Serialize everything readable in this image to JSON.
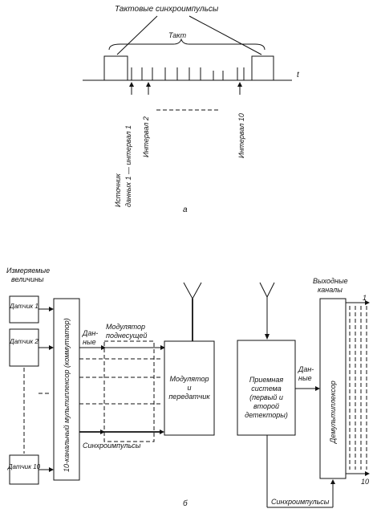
{
  "part_a": {
    "title": "Тактовые синхроимпульсы",
    "tact_label": "Такт",
    "time_axis_label": "t",
    "vertical_labels": {
      "source": "Источник",
      "data_interval_1": "данных 1 — интервал 1",
      "interval_2": "Интервал 2",
      "interval_10": "Интервал 10"
    },
    "caption": "а"
  },
  "part_b": {
    "measured_label": [
      "Измеряемые",
      "величины"
    ],
    "sensors": [
      "Датчик 1",
      "Датчик 2",
      "Датчик 10"
    ],
    "multiplexer_label": "10-канальный мультиплексор (коммутатор)",
    "data_label": [
      "Дан-",
      "ные"
    ],
    "modulator_subcarrier_label": [
      "Модулятор",
      "поднесущей"
    ],
    "sync_label": "Синхроимпульсы",
    "modulator_tx_label": [
      "Модулятор",
      "и",
      "передатчик"
    ],
    "receiver_label": [
      "Приемная",
      "система",
      "(первый и",
      "второй",
      "детекторы)"
    ],
    "data_label_right": [
      "Дан-",
      "ные"
    ],
    "output_label": [
      "Выходные",
      "каналы"
    ],
    "demultiplexer_label": "Демультиплексор",
    "sync_bottom_label": "Синхроимпульсы",
    "output_first": "1",
    "output_last": "10",
    "caption": "б"
  }
}
